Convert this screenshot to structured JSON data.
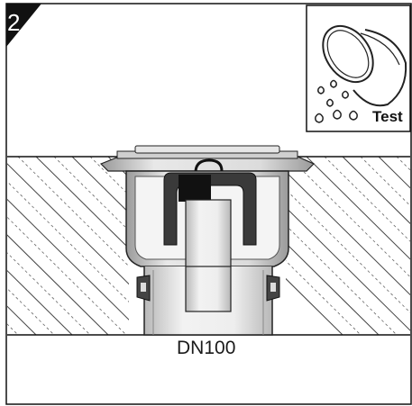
{
  "step": {
    "number": "2"
  },
  "test_box": {
    "label": "Test",
    "icon": "water-glass-drops-icon"
  },
  "pipe": {
    "label": "DN100"
  },
  "colors": {
    "outline": "#111111",
    "concrete_hatch": "#333333",
    "drain_light": "#e2e2e2",
    "drain_mid": "#bdbdbd",
    "drain_dark": "#6e6e6e",
    "water_trap": "#3a3a3a",
    "corner_badge": "#111111"
  }
}
